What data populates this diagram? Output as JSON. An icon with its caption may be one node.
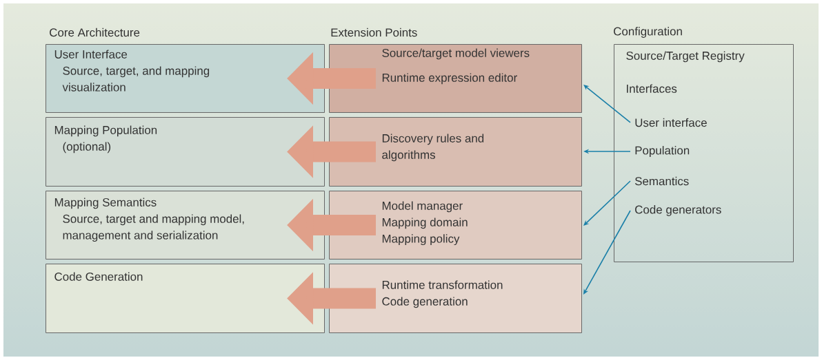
{
  "diagram": {
    "nodes": [
      {
        "text": [
          "User Interface",
          "Source, target, and mapping visualization"
        ]
      },
      {
        "text": [
          "Mapping Population",
          "(optional)"
        ]
      },
      {
        "text": [
          "Mapping Semantics",
          "Source, target and mapping model, management and serialization"
        ]
      },
      {
        "text": [
          "Code Generation"
        ]
      },
      {
        "text": [
          "Source/target model viewers",
          "Runtime expression editor"
        ]
      },
      {
        "text": [
          "Discovery rules and algorithms"
        ]
      },
      {
        "text": [
          "Model manager",
          "Mapping domain",
          "Mapping policy"
        ]
      },
      {
        "text": [
          "Runtime transformation",
          "Code generation"
        ]
      },
      {
        "text": [
          "Source/Target Registry",
          "Interfaces"
        ]
      },
      {
        "text": [
          "User interface"
        ],
        "in": 8
      },
      {
        "text": [
          "Population"
        ],
        "in": 8
      },
      {
        "text": [
          "Semantics"
        ],
        "in": 8
      },
      {
        "text": [
          "Code generators"
        ],
        "in": 8
      }
    ],
    "edges": [
      {
        "from": 4,
        "to": 0,
        "arrow": "to",
        "style": "thick",
        "color": "#e0a08a"
      },
      {
        "from": 5,
        "to": 1,
        "arrow": "to",
        "style": "thick",
        "color": "#e0a08a"
      },
      {
        "from": 6,
        "to": 2,
        "arrow": "to",
        "style": "thick",
        "color": "#e0a08a"
      },
      {
        "from": 7,
        "to": 3,
        "arrow": "to",
        "style": "thick",
        "color": "#e0a08a"
      },
      {
        "from": 9,
        "to": 4,
        "arrow": "to",
        "color": "#1a7fa8"
      },
      {
        "from": 10,
        "to": 5,
        "arrow": "to",
        "color": "#1a7fa8"
      },
      {
        "from": 11,
        "to": 6,
        "arrow": "to",
        "color": "#1a7fa8"
      },
      {
        "from": 12,
        "to": 7,
        "arrow": "to",
        "color": "#1a7fa8"
      }
    ],
    "labels": [
      "Core Architecture",
      "Extension Points",
      "Configuration"
    ]
  }
}
